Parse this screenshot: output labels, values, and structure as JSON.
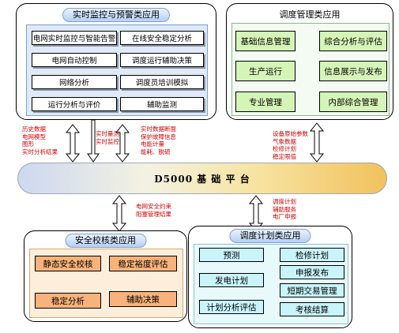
{
  "realtime": {
    "title": "实时监控与预警类应用",
    "items": [
      "电网实时监控与智能告警",
      "在线安全稳定分析",
      "电网自动控制",
      "调度运行辅助决策",
      "网络分析",
      "调度员培训模拟",
      "运行分析与评价",
      "辅助监测"
    ]
  },
  "dispatch": {
    "title": "调度管理类应用",
    "items": [
      "基础信息管理",
      "综合分析与评估",
      "生产运行",
      "信息展示与发布",
      "专业管理",
      "内部综合管理"
    ]
  },
  "security": {
    "title": "安全校核类应用",
    "items": [
      "静态安全校核",
      "稳定裕度评估",
      "稳定分析",
      "辅助决策"
    ]
  },
  "planning": {
    "title": "调度计划类应用",
    "items": [
      "预测",
      "检修计划",
      "发电计划",
      "申报发布",
      "短期交易管理",
      "计划分析评估",
      "考核结算"
    ]
  },
  "platform": {
    "label": "D5000 基 础 平 台"
  },
  "notes": {
    "left": [
      "历史数据",
      "电网模型",
      "图形",
      "实时分析结果"
    ],
    "middle": [
      "实时量测",
      "实时监控"
    ],
    "right": [
      "实时数据断面",
      "保护故障信息",
      "电能计量",
      "能耗、脱硫"
    ],
    "dispatch_side": [
      "设备原始参数",
      "气象数据",
      "检修计划",
      "稳定限值"
    ],
    "security_side": [
      "电网安全约束",
      "阻塞管理结果"
    ],
    "planning_side": [
      "调度计划",
      "辅助服务",
      "电厂申报"
    ]
  }
}
